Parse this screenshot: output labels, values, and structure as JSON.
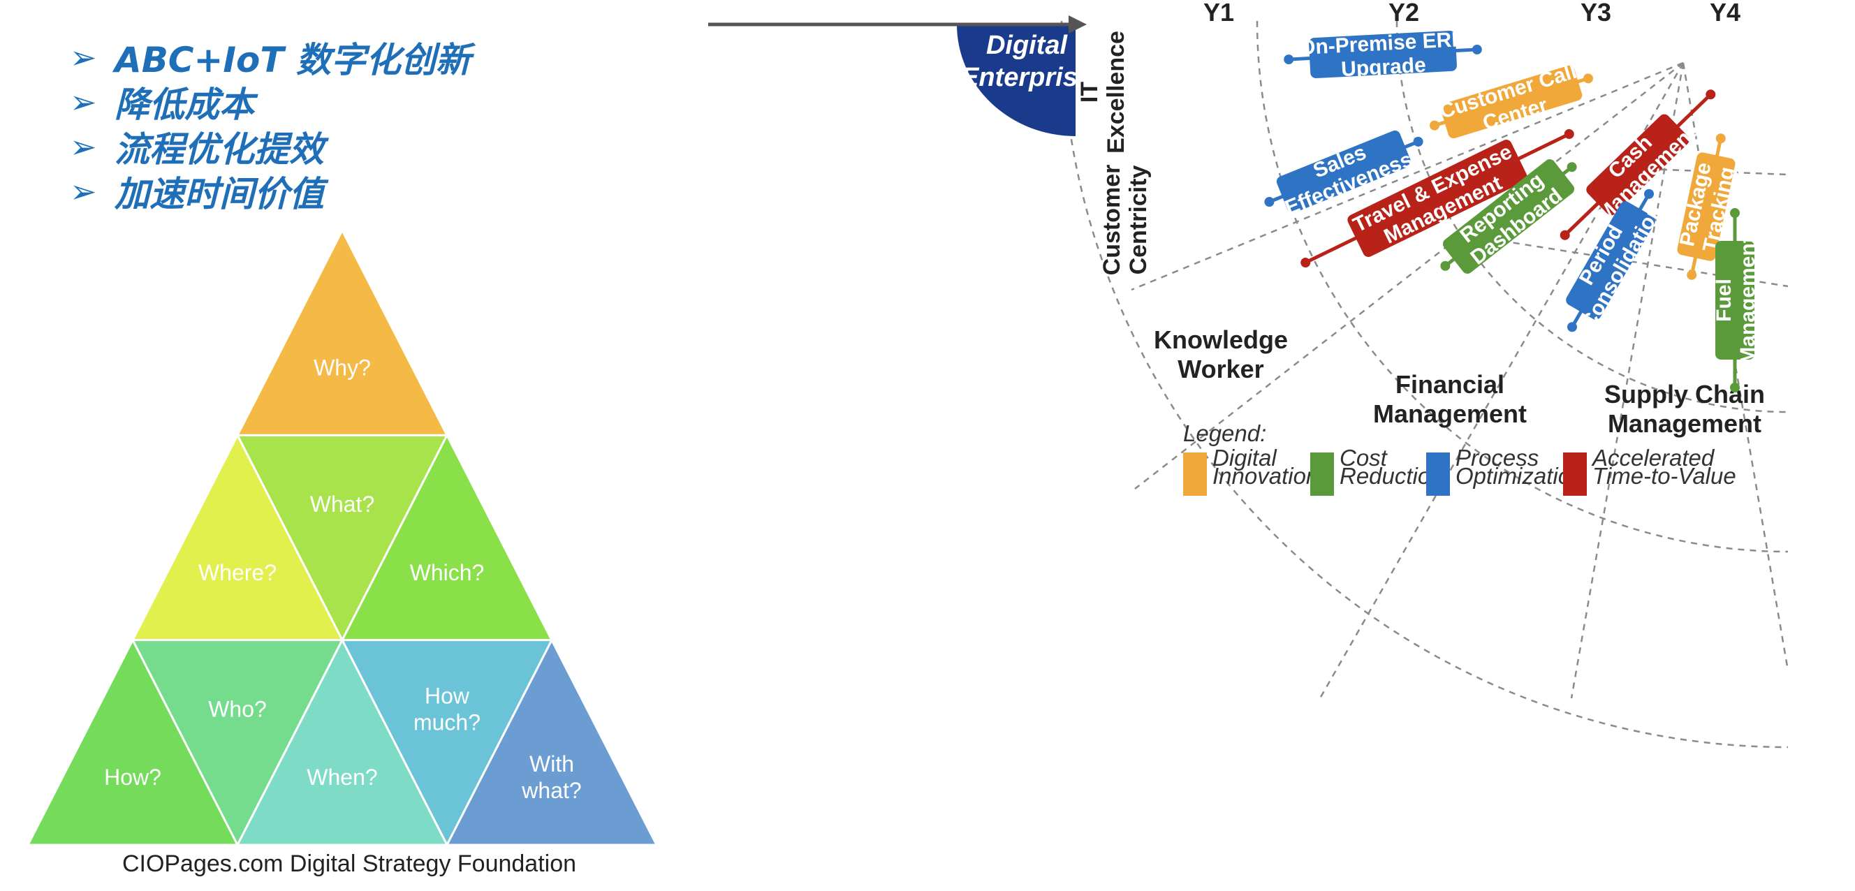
{
  "bullets": [
    {
      "text": "ABC+IoT 数字化创新"
    },
    {
      "text": "降低成本"
    },
    {
      "text": "流程优化提效"
    },
    {
      "text": "加速时间价值"
    }
  ],
  "bullet_glyph": "➢",
  "pyramid": {
    "caption": "CIOPages.com Digital Strategy Foundation",
    "cells": [
      {
        "label": "Why?",
        "color": "#F5BA45"
      },
      {
        "label": "What?",
        "color": "#A9E34B"
      },
      {
        "label": "Where?",
        "color": "#E2F04E"
      },
      {
        "label": "Which?",
        "color": "#8AE048"
      },
      {
        "label": "Who?",
        "color": "#74DC8C"
      },
      {
        "label": "How much?",
        "color": "#6BC3D8"
      },
      {
        "label": "How?",
        "color": "#74DC5A"
      },
      {
        "label": "When?",
        "color": "#7EDCC6"
      },
      {
        "label": "With what?",
        "color": "#6B9CD2"
      }
    ]
  },
  "roadmap": {
    "columns": [
      "Y1",
      "Y2",
      "Y3",
      "Y4"
    ],
    "rows": [
      {
        "lines": [
          "IT",
          "Excellence"
        ]
      },
      {
        "lines": [
          "Customer",
          "Centricity"
        ]
      }
    ],
    "digital_enterprise": {
      "lines": [
        "Digital",
        "Enterprise"
      ],
      "color": "#1A3A8C"
    },
    "zones": [
      {
        "lines": [
          "Knowledge",
          "Worker"
        ]
      },
      {
        "lines": [
          "Financial",
          "Management"
        ]
      },
      {
        "lines": [
          "Supply Chain",
          "Management"
        ]
      }
    ],
    "initiatives": [
      {
        "lines": [
          "On-Premise ERP",
          "Upgrade"
        ],
        "category": "Process Optimization"
      },
      {
        "lines": [
          "Customer Call",
          "Center"
        ],
        "category": "Digital Innovation"
      },
      {
        "lines": [
          "Sales",
          "Effectiveness"
        ],
        "category": "Process Optimization"
      },
      {
        "lines": [
          "Travel & Expense",
          "Management"
        ],
        "category": "Accelerated Time-to-Value"
      },
      {
        "lines": [
          "Reporting",
          "Dashboard"
        ],
        "category": "Cost Reduction"
      },
      {
        "lines": [
          "Cash",
          "Management"
        ],
        "category": "Accelerated Time-to-Value"
      },
      {
        "lines": [
          "Period",
          "Consolidation"
        ],
        "category": "Process Optimization"
      },
      {
        "lines": [
          "Package",
          "Tracking"
        ],
        "category": "Digital Innovation"
      },
      {
        "lines": [
          "Fuel",
          "Management"
        ],
        "category": "Cost Reduction"
      }
    ],
    "legend_title": "Legend:",
    "legend": [
      {
        "lines": [
          "Digital",
          "Innovation"
        ],
        "color": "#F0A83A"
      },
      {
        "lines": [
          "Cost",
          "Reduction"
        ],
        "color": "#5B9A3A"
      },
      {
        "lines": [
          "Process",
          "Optimization"
        ],
        "color": "#2F74C4"
      },
      {
        "lines": [
          "Accelerated",
          "Time-to-Value"
        ],
        "color": "#B82218"
      }
    ],
    "category_colors": {
      "Digital Innovation": "#F0A83A",
      "Cost Reduction": "#5B9A3A",
      "Process Optimization": "#2F74C4",
      "Accelerated Time-to-Value": "#B82218"
    }
  }
}
